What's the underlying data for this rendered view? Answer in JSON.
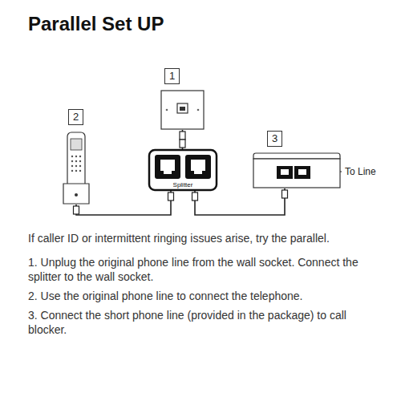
{
  "diagram": {
    "title": "Parallel Set UP",
    "nodes": [
      {
        "text": [
          "1"
        ]
      },
      {
        "text": [
          "2"
        ]
      },
      {
        "text": [
          "Splitter"
        ]
      },
      {
        "text": [
          "3"
        ]
      }
    ],
    "edges": [
      {
        "from": 0,
        "to": 2,
        "arrow": "none"
      },
      {
        "from": 1,
        "to": 2,
        "arrow": "none"
      },
      {
        "from": 2,
        "to": 3,
        "arrow": "none"
      }
    ],
    "labels": [
      "To Line",
      "If caller ID or intermittent ringing issues arise, try the parallel.",
      "1. Unplug the original phone line from the wall socket. Connect the splitter to the wall socket.",
      "2. Use the original phone line to connect the telephone.",
      "3. Connect the short phone line (provided in the package) to call blocker."
    ]
  }
}
